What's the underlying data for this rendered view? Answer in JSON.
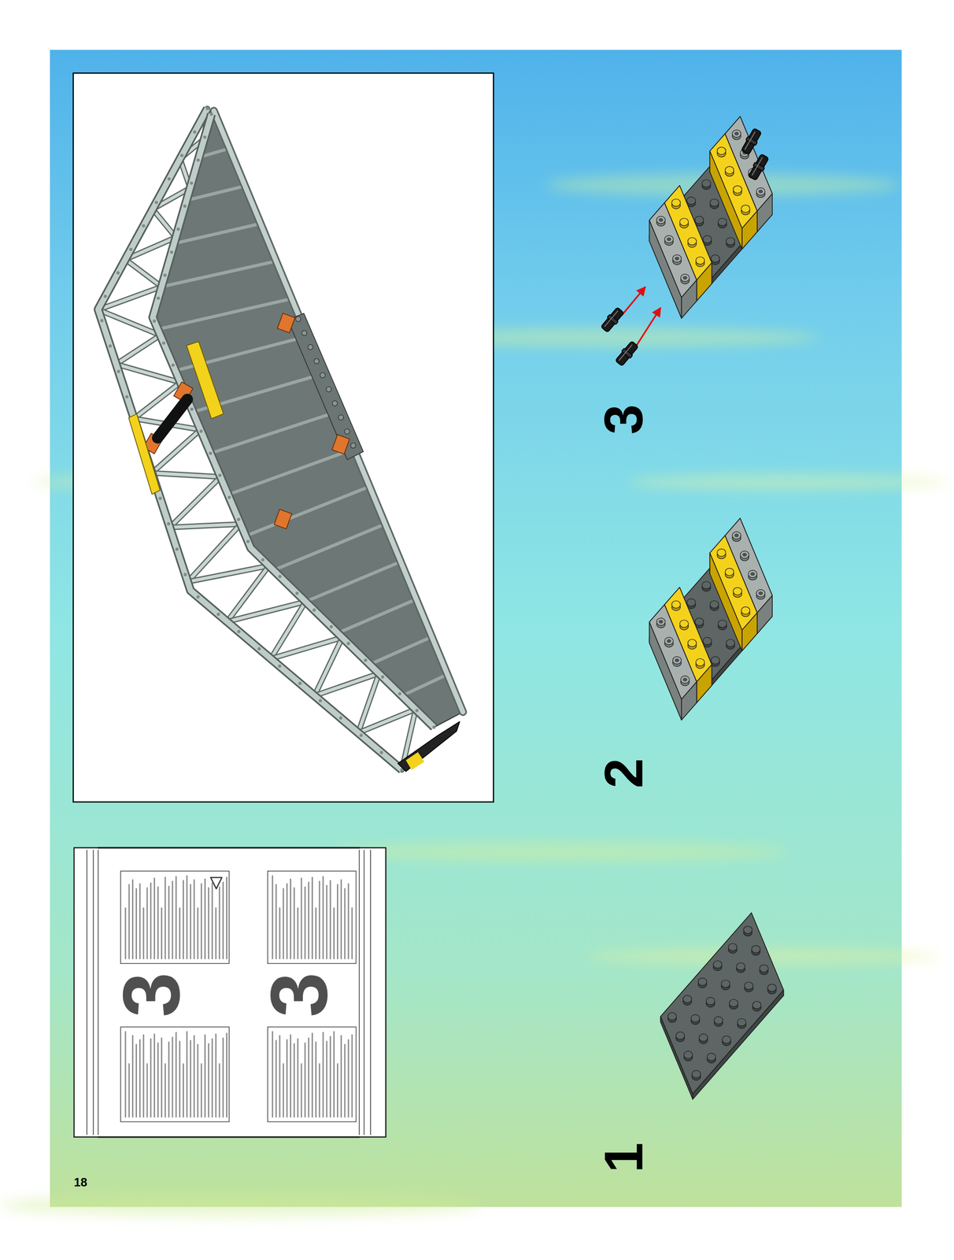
{
  "diagram": {
    "labels": [
      "3",
      "3",
      "3",
      "2",
      "1",
      "18"
    ]
  }
}
